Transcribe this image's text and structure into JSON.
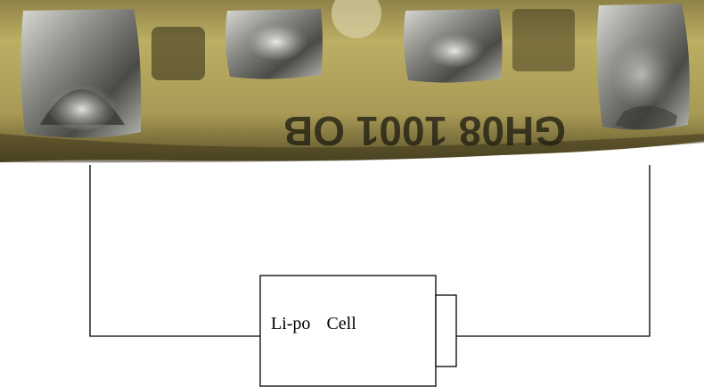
{
  "photo": {
    "subject": "protection-circuit-board",
    "board_color": "#b3a35a",
    "pad_color": "#8a8a8a",
    "silkscreen_text": "GH08 1001 OB"
  },
  "diagram": {
    "battery": {
      "word1": "Li-po",
      "word2": "Cell"
    },
    "line_color": "#000000",
    "background": "#ffffff"
  }
}
